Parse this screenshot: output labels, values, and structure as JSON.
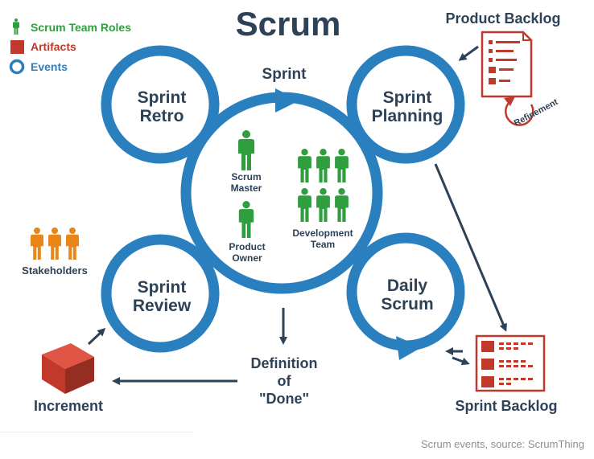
{
  "title": "Scrum",
  "legend": {
    "roles": "Scrum Team Roles",
    "artifacts": "Artifacts",
    "events": "Events"
  },
  "events": {
    "sprint": "Sprint",
    "retro": [
      "Sprint",
      "Retro"
    ],
    "planning": [
      "Sprint",
      "Planning"
    ],
    "review": [
      "Sprint",
      "Review"
    ],
    "daily": [
      "Daily",
      "Scrum"
    ]
  },
  "roles": {
    "scrum_master": [
      "Scrum",
      "Master"
    ],
    "product_owner": [
      "Product",
      "Owner"
    ],
    "development_team": [
      "Development",
      "Team"
    ],
    "stakeholders": "Stakeholders"
  },
  "artifacts": {
    "product_backlog": "Product Backlog",
    "refinement": "Refinement",
    "sprint_backlog": "Sprint Backlog",
    "increment": "Increment"
  },
  "definition_of_done": [
    "Definition",
    "of",
    "\"Done\""
  ],
  "caption": "Scrum events, source: ScrumThing",
  "colors": {
    "event_blue": "#2a7fbf",
    "role_green": "#2e9e3e",
    "artifact_red": "#c0392b",
    "stakeholder_orange": "#e8861a",
    "text_dark": "#2d4257"
  }
}
